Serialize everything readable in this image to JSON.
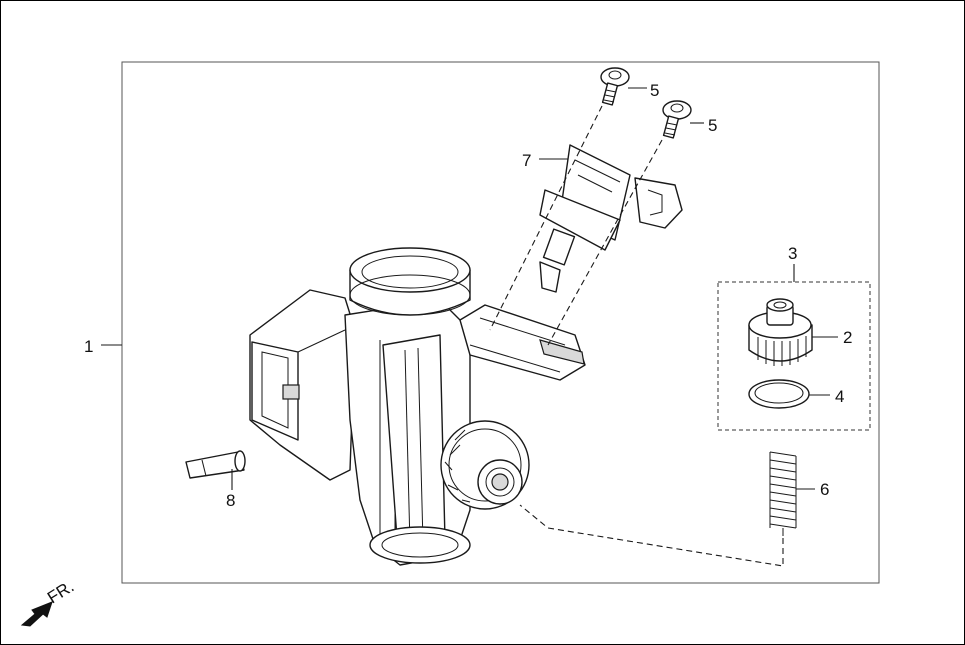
{
  "callouts": [
    {
      "id": "1",
      "label": "1"
    },
    {
      "id": "2",
      "label": "2"
    },
    {
      "id": "3",
      "label": "3"
    },
    {
      "id": "4",
      "label": "4"
    },
    {
      "id": "5a",
      "label": "5"
    },
    {
      "id": "5b",
      "label": "5"
    },
    {
      "id": "6",
      "label": "6"
    },
    {
      "id": "7",
      "label": "7"
    },
    {
      "id": "8",
      "label": "8"
    }
  ],
  "direction_indicator": {
    "label": "FR.",
    "icon": "front-arrow-icon"
  },
  "colors": {
    "line": "#1a1a1a",
    "background": "#ffffff",
    "shade": "#d9d9d9"
  }
}
